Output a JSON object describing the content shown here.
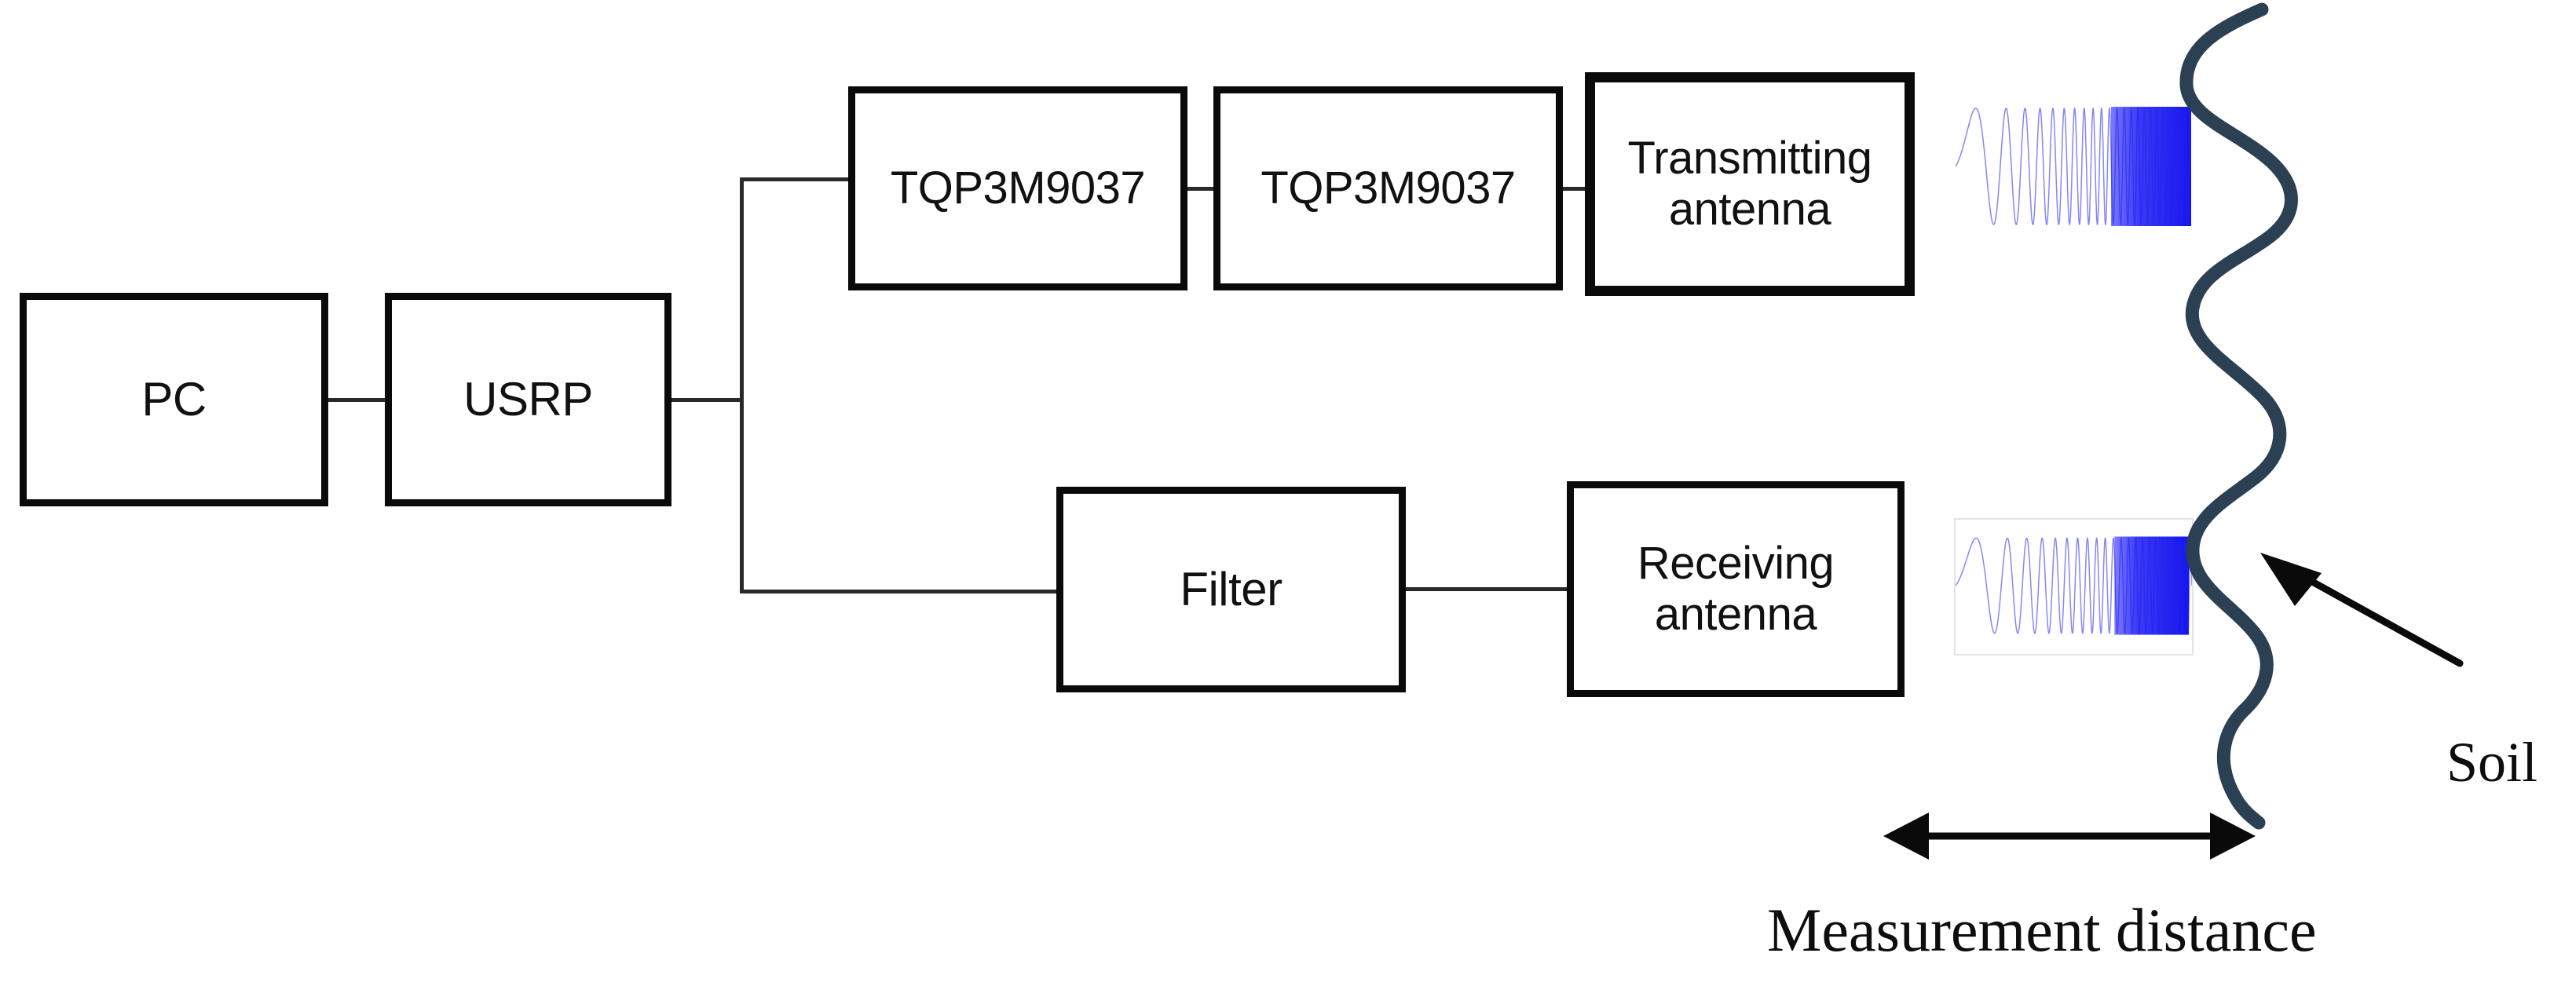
{
  "diagram": {
    "title": "Radar measurement setup block diagram",
    "colors": {
      "box_border": "#0a0a0a",
      "wire": "#2a2a2a",
      "soil_line": "#2c4054",
      "chirp": "#2323ee",
      "plot_frame": "#e3e3ea",
      "background": "#ffffff"
    },
    "blocks": [
      {
        "id": "pc",
        "label": "PC",
        "name": "block-pc"
      },
      {
        "id": "usrp",
        "label": "USRP",
        "name": "block-usrp"
      },
      {
        "id": "amp1",
        "label": "TQP3M9037",
        "name": "block-amplifier-1"
      },
      {
        "id": "amp2",
        "label": "TQP3M9037",
        "name": "block-amplifier-2"
      },
      {
        "id": "tx",
        "label": "Transmitting antenna",
        "name": "block-transmitting-antenna"
      },
      {
        "id": "filter",
        "label": "Filter",
        "name": "block-filter"
      },
      {
        "id": "rx",
        "label": "Receiving antenna",
        "name": "block-receiving-antenna"
      }
    ],
    "annotations": {
      "soil_label": "Soil",
      "measurement_distance_label": "Measurement distance"
    },
    "connections": [
      {
        "from": "pc",
        "to": "usrp"
      },
      {
        "from": "usrp",
        "to": "amp1"
      },
      {
        "from": "amp1",
        "to": "amp2"
      },
      {
        "from": "amp2",
        "to": "tx"
      },
      {
        "from": "usrp",
        "to": "filter"
      },
      {
        "from": "filter",
        "to": "rx"
      }
    ]
  },
  "chart_data": [
    {
      "type": "line",
      "name": "transmitted-chirp",
      "title": "",
      "xlabel": "",
      "ylabel": "",
      "x": [
        0,
        1
      ],
      "ylim": [
        -1,
        1
      ],
      "grid": false,
      "legend": "none",
      "series": [
        {
          "name": "chirp",
          "description": "Linear frequency-modulated chirp, amplitude 1, frequency sweeping from low to high across the window; oscillation becomes unresolvable and renders as a solid blue block in the final third.",
          "f_start_cycles": 1,
          "f_end_cycles": 46,
          "solid_block_starts_at_fraction": 0.66,
          "color": "#2323ee"
        }
      ]
    },
    {
      "type": "line",
      "name": "received-chirp",
      "title": "",
      "xlabel": "",
      "ylabel": "",
      "x": [
        0,
        1
      ],
      "ylim": [
        -1,
        1
      ],
      "grid": false,
      "legend": "none",
      "series": [
        {
          "name": "chirp",
          "description": "Received linear frequency-modulated chirp shown inside a light plot frame; identical sweep shape, saturating to a solid blue block near the right edge.",
          "f_start_cycles": 1,
          "f_end_cycles": 44,
          "solid_block_starts_at_fraction": 0.7,
          "color": "#2323ee"
        }
      ]
    }
  ]
}
